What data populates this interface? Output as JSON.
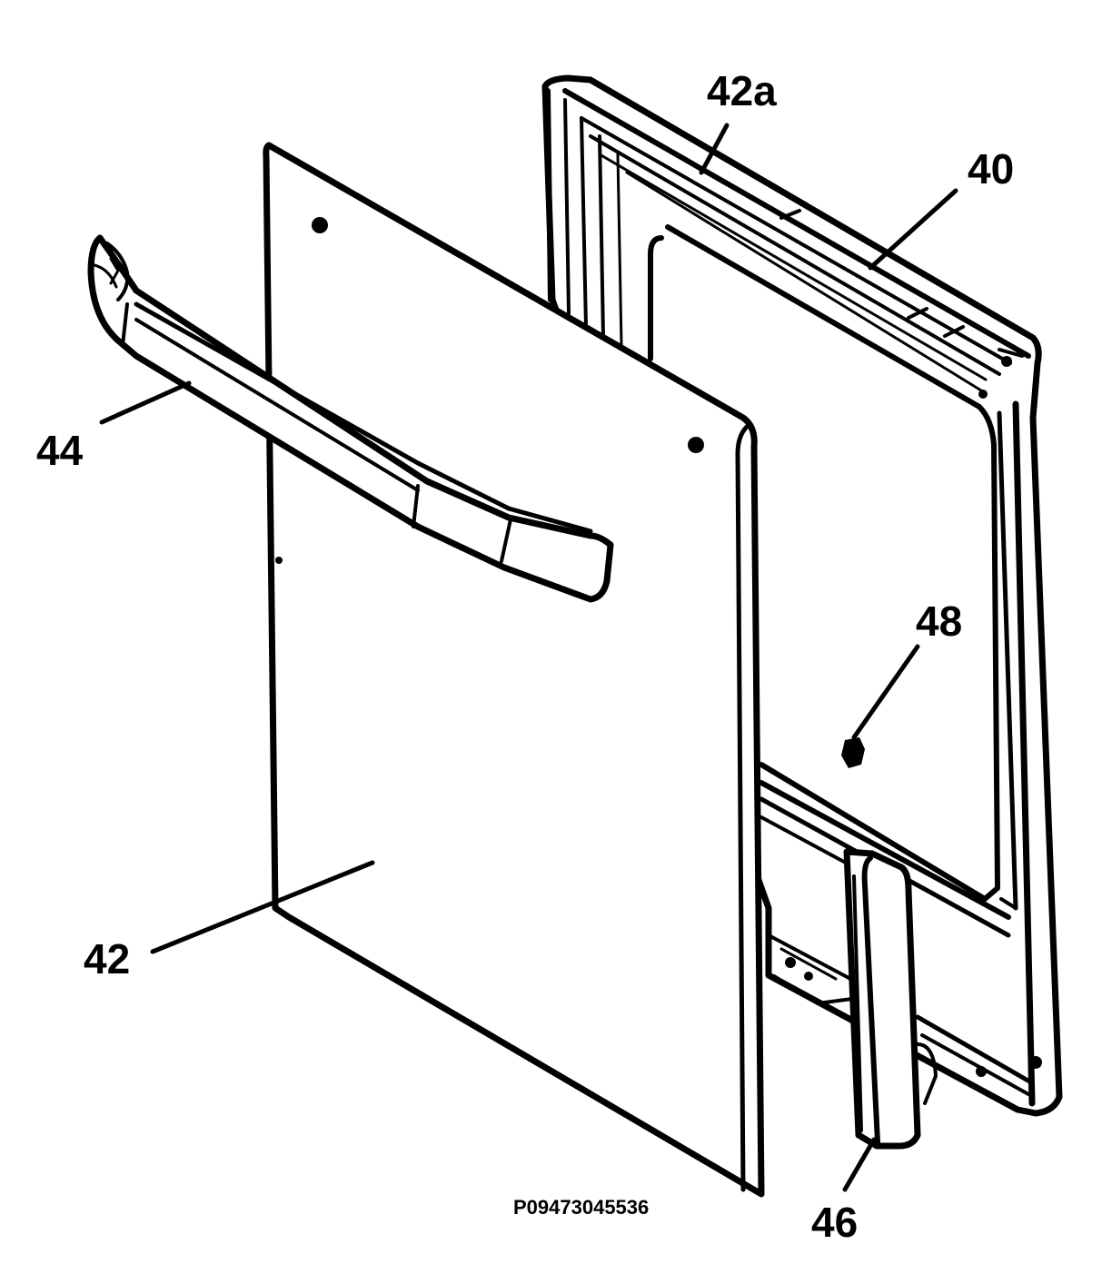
{
  "labels": {
    "frame": "40",
    "door_panel": "42",
    "door_panel_top": "42a",
    "handle": "44",
    "hinge": "46",
    "fastener": "48"
  },
  "figure_code": "P09473045536",
  "colors": {
    "line": "#000000",
    "background": "#ffffff"
  }
}
